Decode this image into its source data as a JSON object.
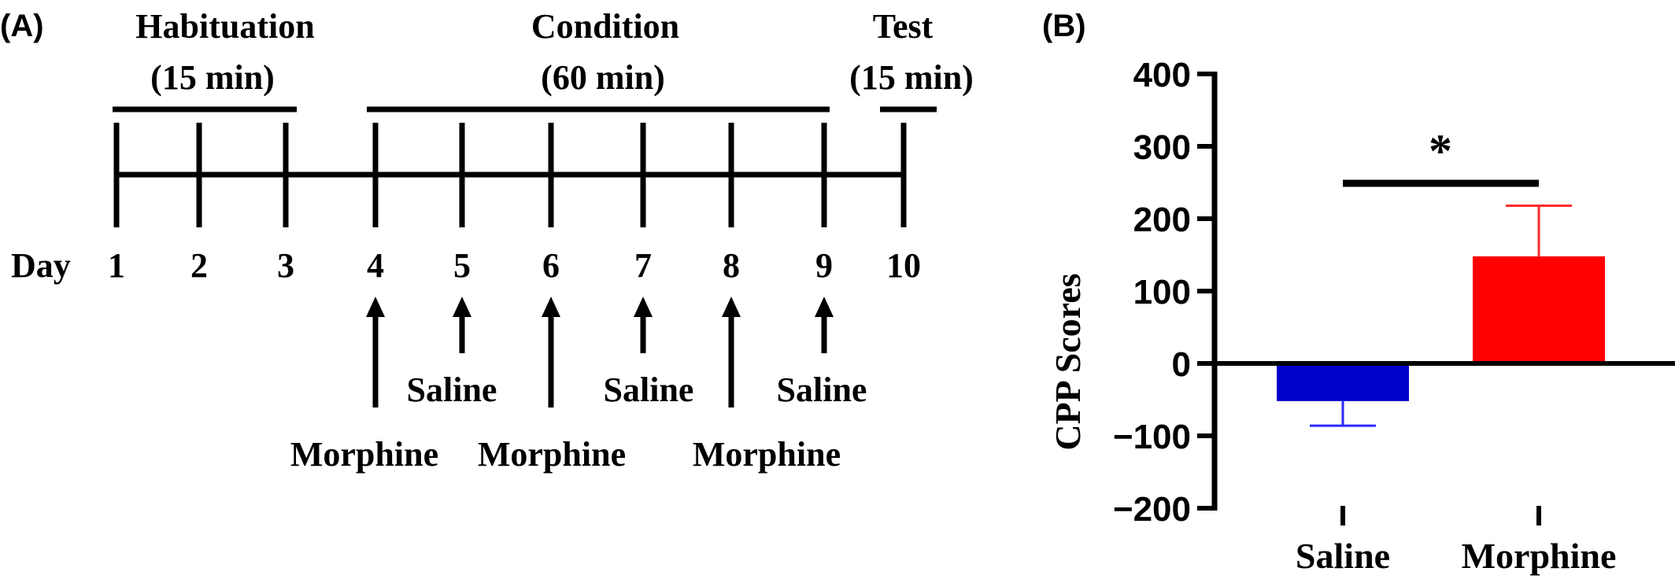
{
  "panel_a": {
    "label": "(A)",
    "phases": [
      {
        "name": "Habituation",
        "duration": "(15 min)"
      },
      {
        "name": "Condition",
        "duration": "(60 min)"
      },
      {
        "name": "Test",
        "duration": "(15 min)"
      }
    ],
    "day_label": "Day",
    "days": [
      "1",
      "2",
      "3",
      "4",
      "5",
      "6",
      "7",
      "8",
      "9",
      "10"
    ],
    "treatments": [
      {
        "day": "4",
        "label": "Morphine"
      },
      {
        "day": "5",
        "label": "Saline"
      },
      {
        "day": "6",
        "label": "Morphine"
      },
      {
        "day": "7",
        "label": "Saline"
      },
      {
        "day": "8",
        "label": "Morphine"
      },
      {
        "day": "9",
        "label": "Saline"
      }
    ]
  },
  "panel_b": {
    "label": "(B)",
    "significance": "*"
  },
  "chart_data": {
    "type": "bar",
    "categories": [
      "Saline",
      "Morphine"
    ],
    "values": [
      -52,
      148
    ],
    "errors": [
      34,
      70
    ],
    "bar_colors": [
      "#0000cc",
      "#ff0000"
    ],
    "error_colors": [
      "#2a2aff",
      "#ff2a2a"
    ],
    "ylabel": "CPP Scores",
    "ylim": [
      -200,
      400
    ],
    "yticks": [
      "400",
      "300",
      "200",
      "100",
      "0",
      "−100",
      "−200"
    ],
    "tick_values": [
      400,
      300,
      200,
      100,
      0,
      -100,
      -200
    ],
    "grid": false,
    "significance_marker": "*"
  }
}
